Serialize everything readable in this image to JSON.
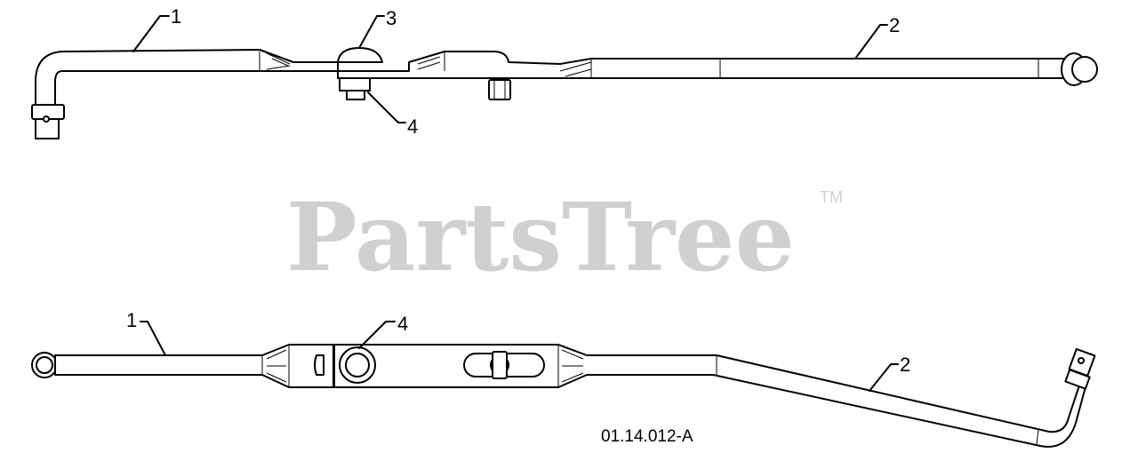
{
  "watermark": {
    "text": "PartsTree",
    "trademark": "TM",
    "color": "#d0d0d0"
  },
  "top_view": {
    "callouts": [
      "1",
      "2",
      "3",
      "4"
    ]
  },
  "bottom_view": {
    "callouts": [
      "1",
      "2",
      "4"
    ]
  },
  "diagram_code": "01.14.012-A"
}
